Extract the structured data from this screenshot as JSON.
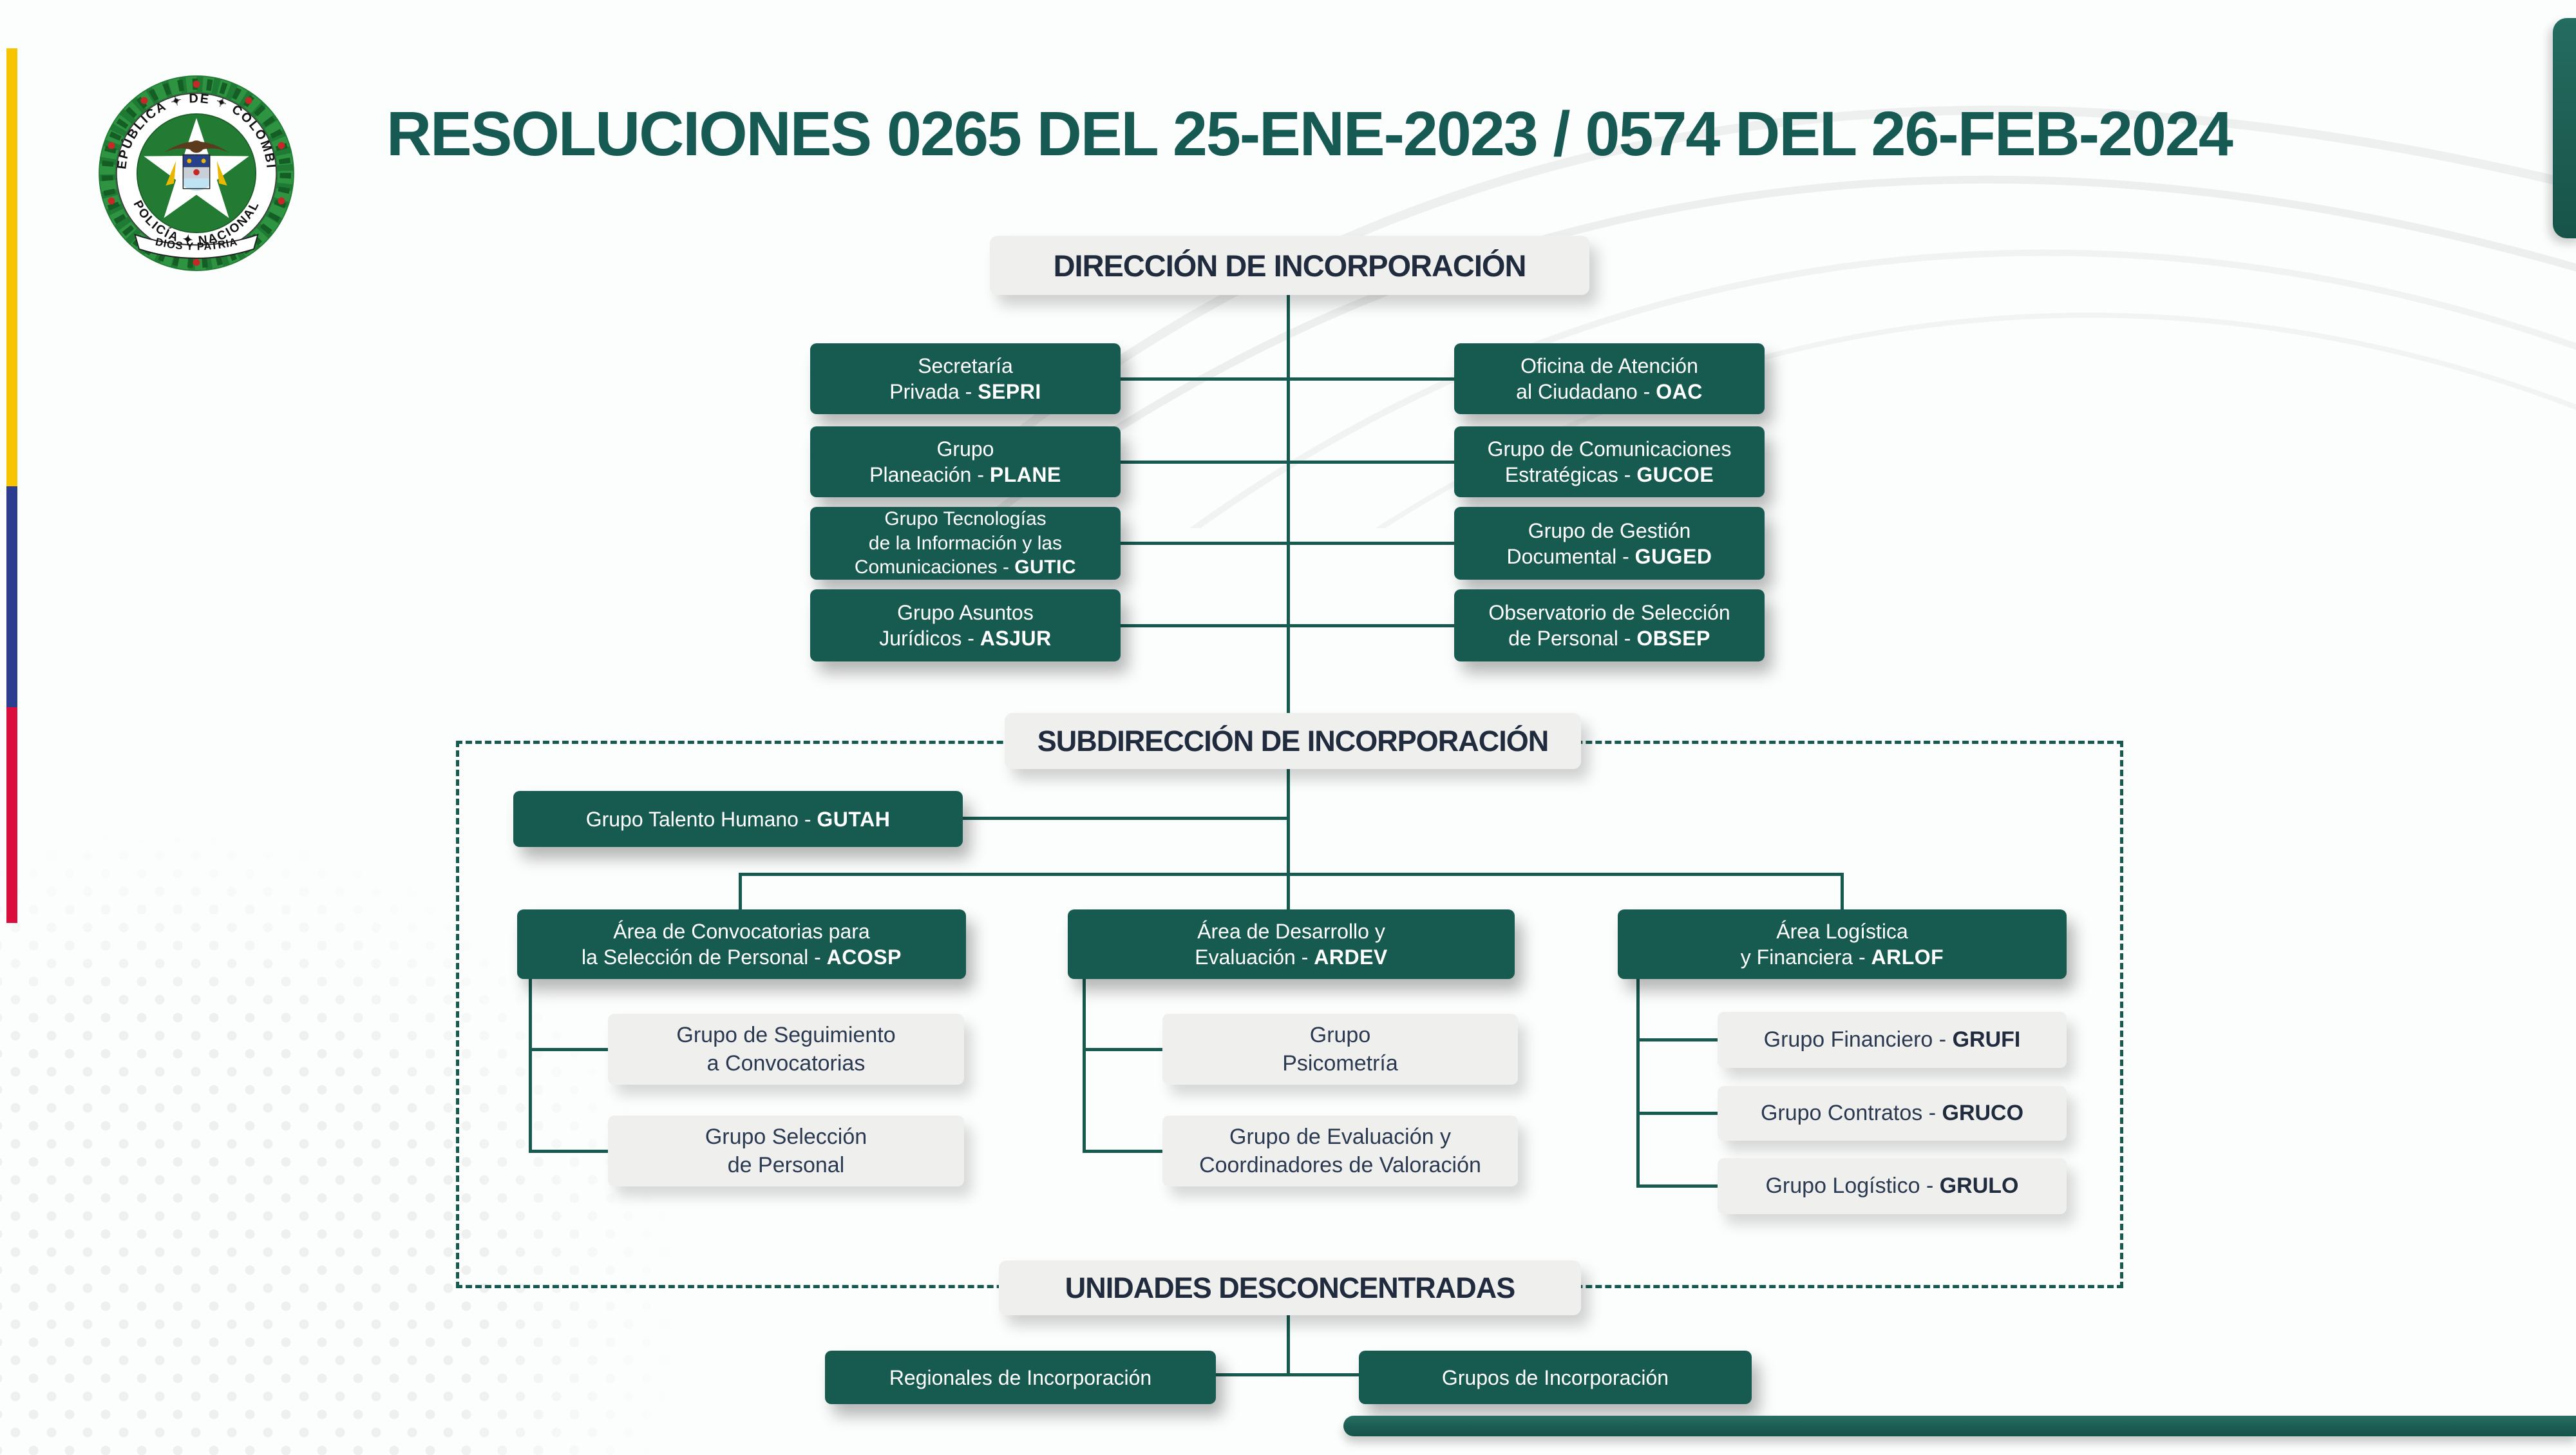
{
  "header": {
    "title": "RESOLUCIONES 0265 DEL 25-ENE-2023 / 0574 DEL 26-FEB-2024"
  },
  "logo": {
    "ring_top": "REPÚBLICA ✦ DE ✦ COLOMBIA",
    "ring_bottom": "POLICÍA ✦ NACIONAL",
    "banner": "DIOS Y PATRIA"
  },
  "colors": {
    "teal": "#175A50",
    "navy": "#202B3E",
    "graybox": "#EFEFEE",
    "childtext": "#2A3950",
    "bar": "#1A5F55",
    "title": "#175A54",
    "flag_yellow": "#F6C500",
    "flag_blue": "#2C3C8E",
    "flag_red": "#DA0E3C"
  },
  "org": {
    "root": {
      "label": "DIRECCIÓN DE INCORPORACIÓN"
    },
    "staff_left": [
      {
        "text": "Secretaría\nPrivada - ",
        "acronym": "SEPRI"
      },
      {
        "text": "Grupo\nPlaneación - ",
        "acronym": "PLANE"
      },
      {
        "text": "Grupo Tecnologías\nde la Información y las\nComunicaciones - ",
        "acronym": "GUTIC"
      },
      {
        "text": "Grupo Asuntos\nJurídicos - ",
        "acronym": "ASJUR"
      }
    ],
    "staff_right": [
      {
        "text": "Oficina de Atención\nal Ciudadano - ",
        "acronym": "OAC"
      },
      {
        "text": "Grupo de Comunicaciones\nEstratégicas - ",
        "acronym": "GUCOE"
      },
      {
        "text": "Grupo de Gestión\nDocumental - ",
        "acronym": "GUGED"
      },
      {
        "text": "Observatorio de Selección\nde Personal - ",
        "acronym": "OBSEP"
      }
    ],
    "subdireccion": {
      "label": "SUBDIRECCIÓN DE INCORPORACIÓN"
    },
    "gutah": {
      "text": "Grupo Talento Humano - ",
      "acronym": "GUTAH"
    },
    "areas": [
      {
        "text": "Área de Convocatorias para\nla Selección de Personal - ",
        "acronym": "ACOSP"
      },
      {
        "text": "Área de Desarrollo y\nEvaluación - ",
        "acronym": "ARDEV"
      },
      {
        "text": "Área Logística\ny Financiera - ",
        "acronym": "ARLOF"
      }
    ],
    "acosp_children": [
      {
        "text": "Grupo de Seguimiento\na Convocatorias"
      },
      {
        "text": "Grupo Selección\nde Personal"
      }
    ],
    "ardev_children": [
      {
        "text": "Grupo\nPsicometría"
      },
      {
        "text": "Grupo de Evaluación y\nCoordinadores de Valoración"
      }
    ],
    "arlof_children": [
      {
        "text": "Grupo Financiero - ",
        "acronym": "GRUFI"
      },
      {
        "text": "Grupo Contratos - ",
        "acronym": "GRUCO"
      },
      {
        "text": "Grupo Logístico - ",
        "acronym": "GRULO"
      }
    ],
    "unidades": {
      "label": "UNIDADES DESCONCENTRADAS"
    },
    "units": [
      {
        "text": "Regionales de Incorporación"
      },
      {
        "text": "Grupos de Incorporación"
      }
    ]
  }
}
